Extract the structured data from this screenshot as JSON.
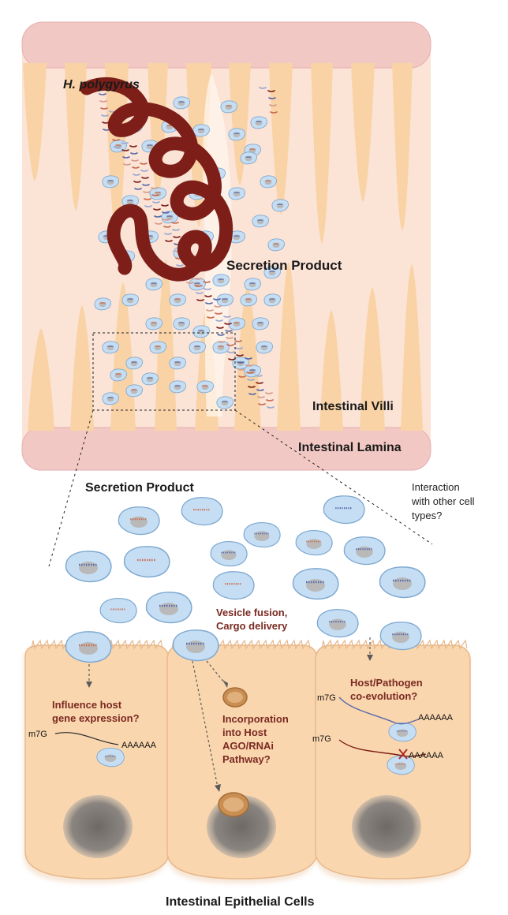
{
  "labels": {
    "organism": "H. polygyrus",
    "secretion_top": "Secretion Product",
    "villi": "Intestinal Villi",
    "lamina": "Intestinal Lamina",
    "secretion_mid": "Secretion Product",
    "interaction_1": "Interaction",
    "interaction_2": "with other cell",
    "interaction_3": "types?",
    "fusion_1": "Vesicle fusion,",
    "fusion_2": "Cargo delivery",
    "influence_1": "Influence host",
    "influence_2": "gene expression?",
    "incorporation_1": "Incorporation",
    "incorporation_2": "into Host",
    "incorporation_3": "AGO/RNAi",
    "incorporation_4": "Pathway?",
    "coevo_1": "Host/Pathogen",
    "coevo_2": "co-evolution?",
    "m7g_left": "m7G",
    "polya_left": "AAAAAA",
    "m7g_right_top": "m7G",
    "polya_right_top": "AAAAAA",
    "m7g_right_bottom": "m7G",
    "polya_right_bottom": "AAAAAA",
    "bottom_title": "Intestinal Epithelial Cells"
  },
  "colors": {
    "villi": "#f9d3a5",
    "lumen": "#fbe3d6",
    "lamina": "#f2c8c4",
    "worm": "#7d1f18",
    "vesicle_fill": "#c6def3",
    "vesicle_stroke": "#7fa9d1",
    "cargo": "#b9b9b9",
    "cell_body": "#fad6ae",
    "nucleus": "#7e7a76",
    "label_red": "#7a2a22",
    "rna_red": "#c86a4f",
    "rna_blue": "#5869a8"
  }
}
